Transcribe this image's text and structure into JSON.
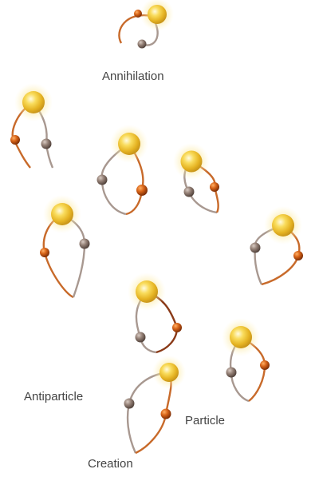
{
  "labels": {
    "annihilation": "Annihilation",
    "antiparticle": "Antiparticle",
    "particle": "Particle",
    "creation": "Creation"
  },
  "colors": {
    "background": "#ffffff",
    "photon_glow": "#f4c430",
    "particle": "#c85a10",
    "antiparticle": "#8f7c72",
    "loop_particle_side": "#c86a2a",
    "loop_antiparticle_side": "#a89890",
    "label_text": "#444444"
  },
  "icons": {
    "photon": "glowing-yellow-sphere",
    "particle": "orange-sphere",
    "antiparticle": "grey-sphere"
  }
}
